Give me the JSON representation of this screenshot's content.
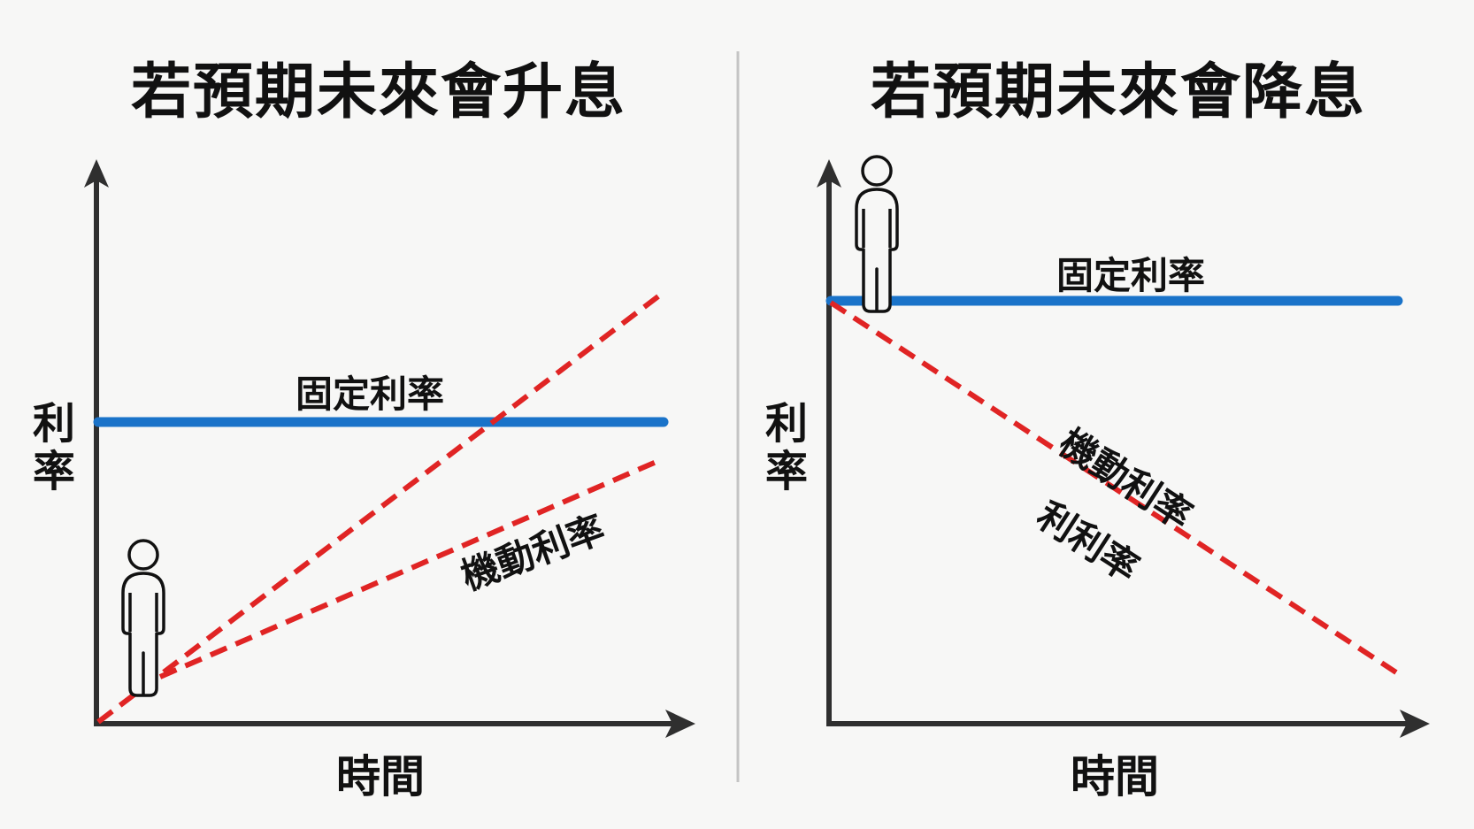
{
  "colors": {
    "background": "#f7f7f6",
    "axis": "#2f2f2f",
    "fixed_rate_line": "#1a73c9",
    "floating_rate_line": "#e02424",
    "divider": "#c4c4c4",
    "text": "#111111"
  },
  "left_panel": {
    "title": "若預期未來會升息",
    "y_axis_label_line1": "利",
    "y_axis_label_line2": "率",
    "x_axis_label": "時間",
    "fixed_rate_label": "固定利率",
    "floating_rate_label": "機動利率",
    "person_icon": "person-icon"
  },
  "right_panel": {
    "title": "若預期未來會降息",
    "y_axis_label_line1": "利",
    "y_axis_label_line2": "率",
    "x_axis_label": "時間",
    "fixed_rate_label": "固定利率",
    "floating_rate_label": "機動利率",
    "floating_rate_label_2": "利利率",
    "person_icon": "person-icon"
  },
  "chart_data": [
    {
      "type": "line",
      "title": "若預期未來會升息",
      "xlabel": "時間",
      "ylabel": "利率",
      "grid": false,
      "series": [
        {
          "name": "固定利率",
          "style": "solid",
          "color": "#1a73c9",
          "x": [
            0,
            1
          ],
          "y": [
            0.57,
            0.57
          ]
        },
        {
          "name": "機動利率 (steep)",
          "style": "dashed",
          "color": "#e02424",
          "x": [
            0,
            1
          ],
          "y": [
            0.0,
            0.75
          ]
        },
        {
          "name": "機動利率 (gradual)",
          "style": "dashed",
          "color": "#e02424",
          "x": [
            0.1,
            1
          ],
          "y": [
            0.08,
            0.47
          ]
        }
      ],
      "annotations": [
        "person icon standing at origin (low starting rate)"
      ]
    },
    {
      "type": "line",
      "title": "若預期未來會降息",
      "xlabel": "時間",
      "ylabel": "利率",
      "grid": false,
      "series": [
        {
          "name": "固定利率",
          "style": "solid",
          "color": "#1a73c9",
          "x": [
            0,
            1
          ],
          "y": [
            0.75,
            0.75
          ]
        },
        {
          "name": "機動利率",
          "style": "dashed",
          "color": "#e02424",
          "x": [
            0,
            1
          ],
          "y": [
            0.75,
            0.09
          ]
        }
      ],
      "annotations": [
        "person icon standing on fixed rate line at high start",
        "利利率 (duplicate label)"
      ]
    }
  ]
}
